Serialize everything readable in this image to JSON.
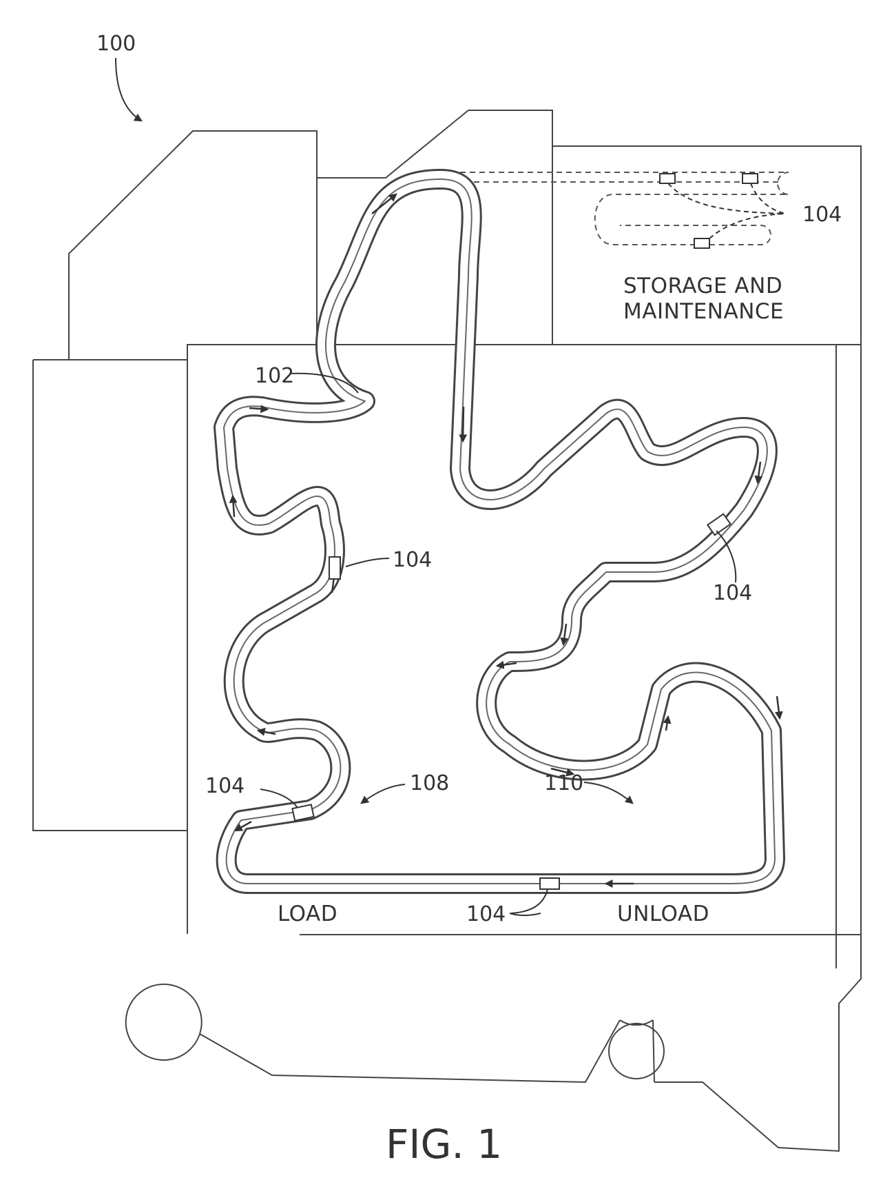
{
  "figure": {
    "caption": "FIG. 1",
    "labels": {
      "system": "100",
      "track": "102",
      "vehicle": "104",
      "load_zone_ref": "108",
      "unload_zone_ref": "110"
    },
    "zones": {
      "storage_line1": "STORAGE AND",
      "storage_line2": "MAINTENANCE",
      "load": "LOAD",
      "unload": "UNLOAD"
    }
  }
}
